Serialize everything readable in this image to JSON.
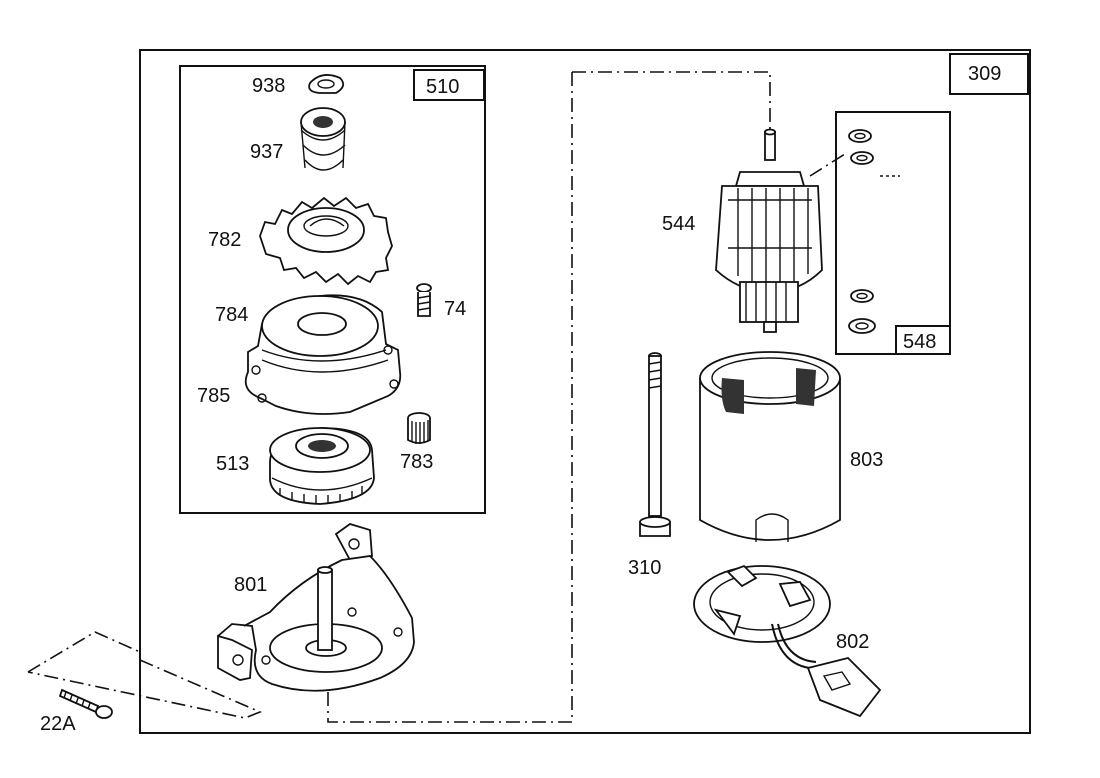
{
  "diagram": {
    "boxes": {
      "outer": "309",
      "drive": "510",
      "hardware": "548"
    },
    "parts": {
      "p938": "938",
      "p937": "937",
      "p782": "782",
      "p784": "784",
      "p74": "74",
      "p785": "785",
      "p513": "513",
      "p783": "783",
      "p801": "801",
      "p22a": "22A",
      "p544": "544",
      "p803": "803",
      "p310": "310",
      "p802": "802"
    }
  }
}
